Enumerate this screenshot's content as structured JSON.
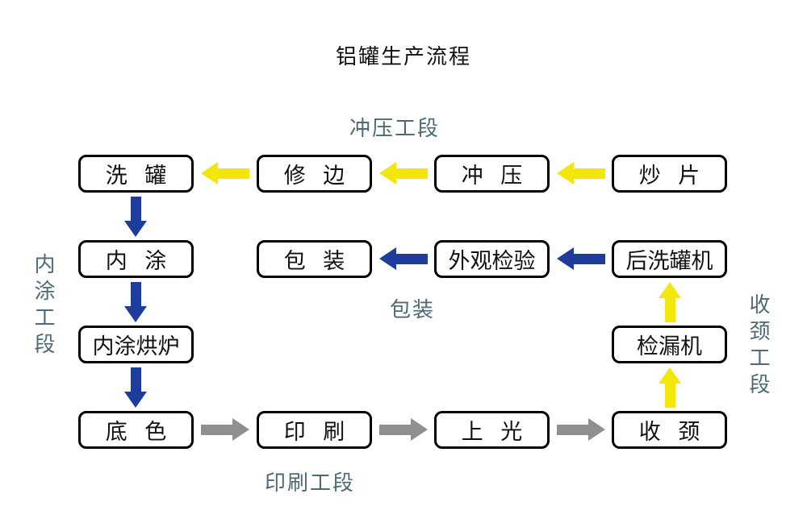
{
  "title": "铝罐生产流程",
  "sections": {
    "stamping": "冲压工段",
    "inner_coating": "内涂工段",
    "packing": "包装",
    "printing": "印刷工段",
    "necking": "收颈工段"
  },
  "boxes": {
    "wash_can": "洗 罐",
    "trimming": "修 边",
    "stamping": "冲 压",
    "chaopian": "炒 片",
    "inner_coating": "内 涂",
    "packing": "包 装",
    "visual_inspection": "外观检验",
    "post_washer": "后洗罐机",
    "coating_oven": "内涂烘炉",
    "leak_tester": "检漏机",
    "base_coat": "底 色",
    "printing": "印 刷",
    "varnishing": "上 光",
    "necking": "收 颈"
  },
  "colors": {
    "arrow_yellow": "#F3E60B",
    "arrow_blue": "#1E3C9C",
    "arrow_gray": "#8F8F8F",
    "section_label": "#4D6A75",
    "box_border": "#000000",
    "background": "#FFFFFF"
  }
}
